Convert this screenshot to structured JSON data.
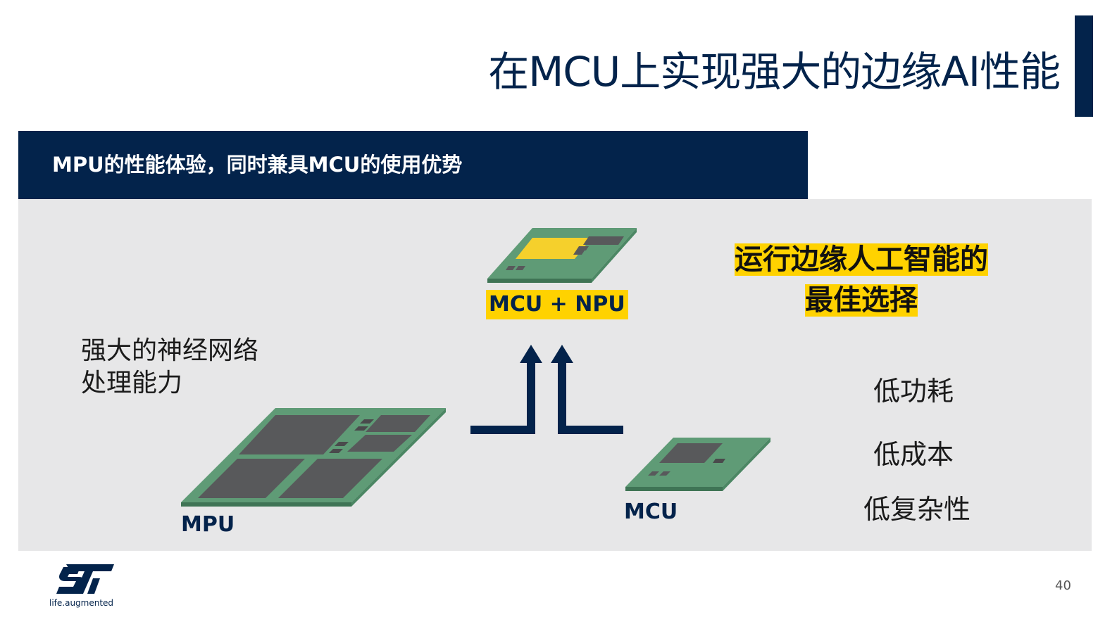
{
  "slide": {
    "title": "在MCU上实现强大的边缘AI性能",
    "banner": "MPU的性能体验，同时兼具MCU的使用优势",
    "page_number": "40"
  },
  "labels": {
    "mcu_npu": "MCU + NPU",
    "mpu": "MPU",
    "mcu": "MCU"
  },
  "highlight": {
    "line1": "运行边缘人工智能的",
    "line2": "最佳选择"
  },
  "left_text": {
    "line1": "强大的神经网络",
    "line2": "处理能力"
  },
  "benefits": [
    "低功耗",
    "低成本",
    "低复杂性"
  ],
  "logo": {
    "mark": "ST",
    "tagline": "life.augmented"
  },
  "colors": {
    "navy": "#03234b",
    "panel": "#e7e7e8",
    "yellow": "#ffd200",
    "board_green": "#5f9b76",
    "chip_gray": "#58595b"
  }
}
